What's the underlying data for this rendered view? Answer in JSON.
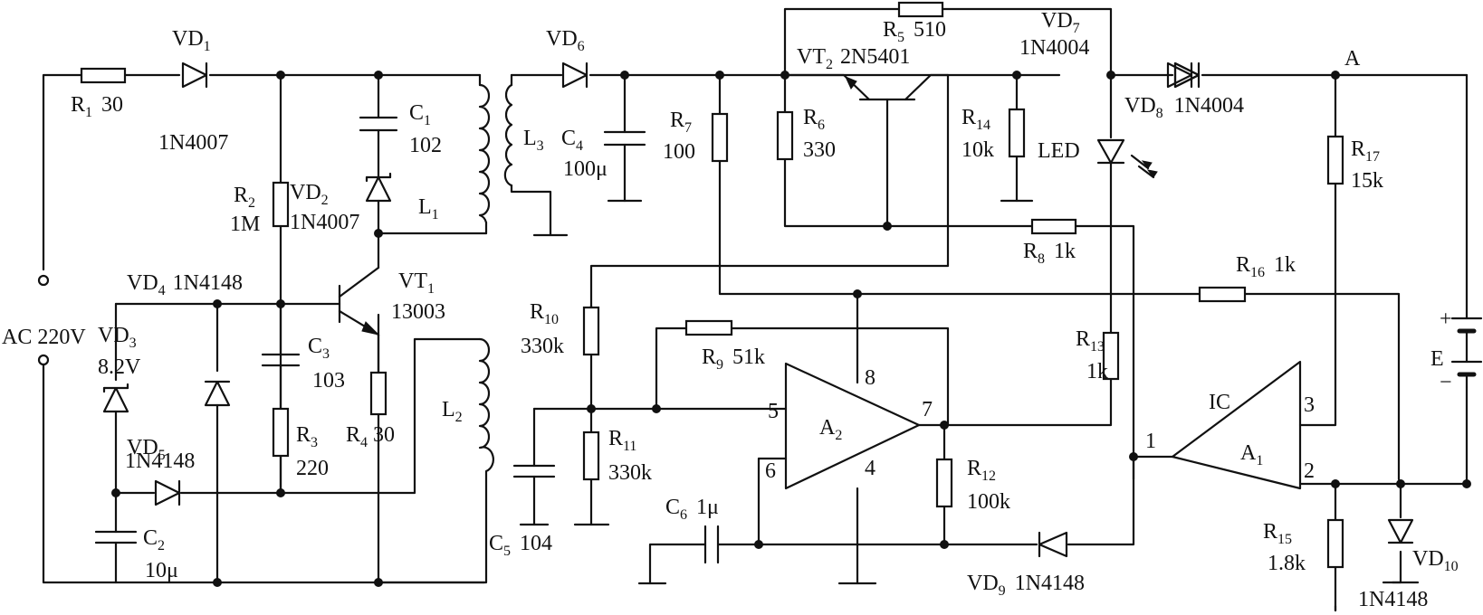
{
  "labels": {
    "R1": {
      "name": "R",
      "sub": "1",
      "val": "30"
    },
    "VD1": {
      "name": "VD",
      "sub": "1",
      "val": "1N4007"
    },
    "R2": {
      "name": "R",
      "sub": "2",
      "val": "1M"
    },
    "VD2": {
      "name": "VD",
      "sub": "2",
      "val": "1N4007"
    },
    "C1": {
      "name": "C",
      "sub": "1",
      "val": "102"
    },
    "L1": {
      "name": "L",
      "sub": "1"
    },
    "VD6": {
      "name": "VD",
      "sub": "6"
    },
    "L3": {
      "name": "L",
      "sub": "3"
    },
    "C4": {
      "name": "C",
      "sub": "4",
      "val": "100μ"
    },
    "R7": {
      "name": "R",
      "sub": "7",
      "val": "100"
    },
    "R6": {
      "name": "R",
      "sub": "6",
      "val": "330"
    },
    "R5": {
      "name": "R",
      "sub": "5",
      "val": "510"
    },
    "VT2": {
      "name": "VT",
      "sub": "2",
      "val": "2N5401"
    },
    "VD7": {
      "name": "VD",
      "sub": "7",
      "val": "1N4004"
    },
    "R14": {
      "name": "R",
      "sub": "14",
      "val": "10k"
    },
    "LED": {
      "name": "LED"
    },
    "VD8": {
      "name": "VD",
      "sub": "8",
      "val": "1N4004"
    },
    "A": {
      "name": "A"
    },
    "R17": {
      "name": "R",
      "sub": "17",
      "val": "15k"
    },
    "E": {
      "name": "E"
    },
    "AC": {
      "name": "AC 220V"
    },
    "VD4": {
      "name": "VD",
      "sub": "4",
      "val": "1N4148"
    },
    "VT1": {
      "name": "VT",
      "sub": "1",
      "val": "13003"
    },
    "VD3": {
      "name": "VD",
      "sub": "3",
      "val": "8.2V"
    },
    "C3": {
      "name": "C",
      "sub": "3",
      "val": "103"
    },
    "R3": {
      "name": "R",
      "sub": "3",
      "val": "220"
    },
    "R4": {
      "name": "R",
      "sub": "4",
      "val": "30"
    },
    "VD5": {
      "name": "VD",
      "sub": "5",
      "val": "1N4148"
    },
    "C2": {
      "name": "C",
      "sub": "2",
      "val": "10μ"
    },
    "L2": {
      "name": "L",
      "sub": "2"
    },
    "R8": {
      "name": "R",
      "sub": "8",
      "val": "1k"
    },
    "R16": {
      "name": "R",
      "sub": "16",
      "val": "1k"
    },
    "R10": {
      "name": "R",
      "sub": "10",
      "val": "330k"
    },
    "R9": {
      "name": "R",
      "sub": "9",
      "val": "51k"
    },
    "R11": {
      "name": "R",
      "sub": "11",
      "val": "330k"
    },
    "C5": {
      "name": "C",
      "sub": "5",
      "val": "104"
    },
    "A2": {
      "name": "A",
      "sub": "2"
    },
    "R13": {
      "name": "R",
      "sub": "13",
      "val": "1k"
    },
    "R12": {
      "name": "R",
      "sub": "12",
      "val": "100k"
    },
    "C6": {
      "name": "C",
      "sub": "6",
      "val": "1μ"
    },
    "VD9": {
      "name": "VD",
      "sub": "9",
      "val": "1N4148"
    },
    "IC": {
      "name": "IC"
    },
    "A1": {
      "name": "A",
      "sub": "1"
    },
    "R15": {
      "name": "R",
      "sub": "15",
      "val": "1.8k"
    },
    "VD10": {
      "name": "VD",
      "sub": "10",
      "val": "1N4148"
    }
  },
  "pins": {
    "a2_5": "5",
    "a2_6": "6",
    "a2_7": "7",
    "a2_8": "8",
    "a2_4": "4",
    "a1_1": "1",
    "a1_2": "2",
    "a1_3": "3"
  },
  "polarity": {
    "plus": "+",
    "minus": "−"
  }
}
